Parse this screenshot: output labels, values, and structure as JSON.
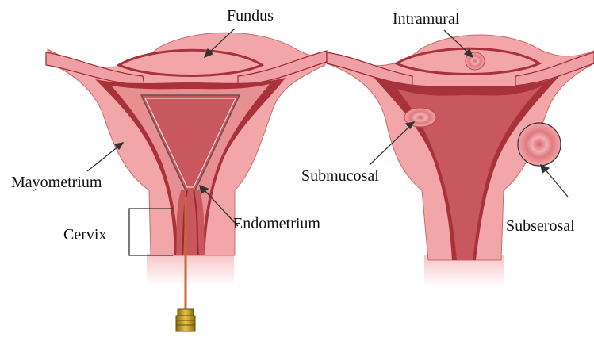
{
  "left_panel": {
    "labels": {
      "fundus": "Fundus",
      "myometrium": "Mayometrium",
      "cervix": "Cervix",
      "endometrium": "Endometrium"
    }
  },
  "right_panel": {
    "labels": {
      "intramural": "Intramural",
      "submucosal": "Submucosal",
      "subserosal": "Subserosal"
    }
  },
  "colors": {
    "outer_tissue": "#f3a6a8",
    "uterine_wall": "#e88f92",
    "cavity": "#c8585e",
    "lining": "#a8323a",
    "tube_light": "#f0a0a4",
    "fibroid_fill": "#e98a8e",
    "fibroid_center": "#d5646a",
    "catheter": "#c96a2a",
    "connector": "#c9a230",
    "label_text": "#111111",
    "leader_line": "#333333"
  }
}
